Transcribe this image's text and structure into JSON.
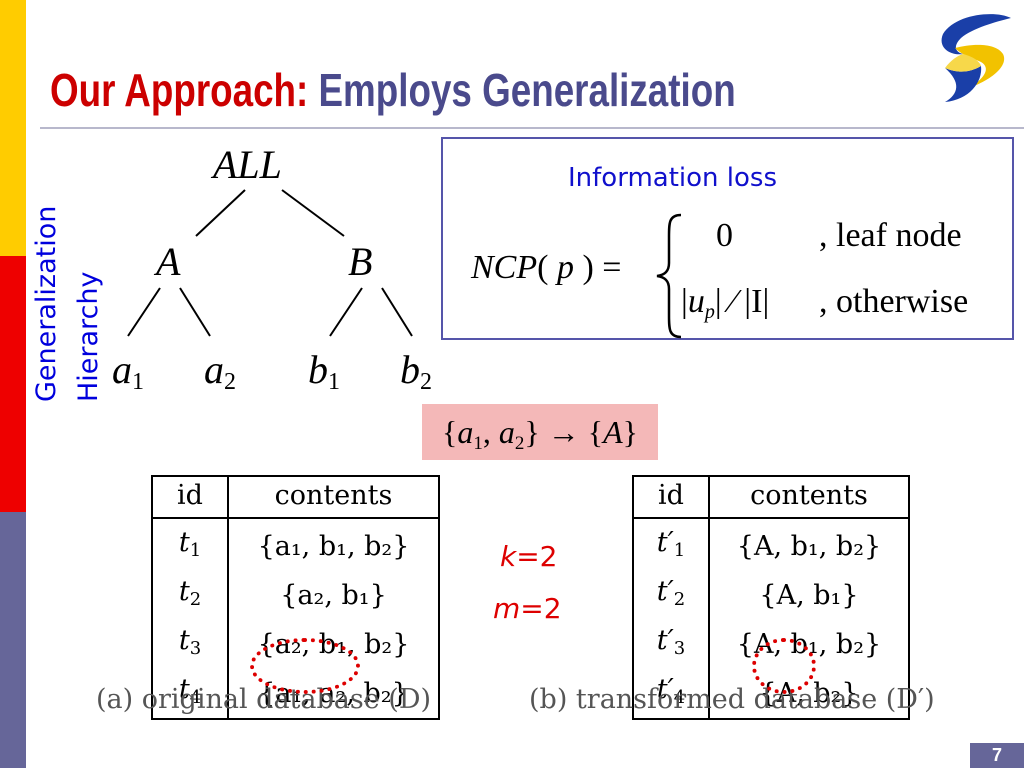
{
  "slide": {
    "title_emphasis": "Our Approach:",
    "title_rest": "Employs Generalization",
    "page_number": "7",
    "colors": {
      "title_red": "#cc0000",
      "title_blue": "#4a4a8c",
      "accent_blue": "#1010cc",
      "highlight_red": "#dd0000",
      "mapping_bg": "#f4b8b8"
    }
  },
  "hierarchy": {
    "label_line1": "Generalization",
    "label_line2": "Hierarchy",
    "root": "ALL",
    "level1": [
      {
        "name": "A",
        "children": [
          {
            "base": "a",
            "sub": "1"
          },
          {
            "base": "a",
            "sub": "2"
          }
        ]
      },
      {
        "name": "B",
        "children": [
          {
            "base": "b",
            "sub": "1"
          },
          {
            "base": "b",
            "sub": "2"
          }
        ]
      }
    ]
  },
  "info_loss": {
    "title": "Information loss",
    "lhs": "NCP",
    "lhs_arg": "p",
    "case1_value": "0",
    "case1_cond": ", leaf node",
    "case2_u": "u",
    "case2_u_sub": "p",
    "case2_denom": "I",
    "case2_cond": ", otherwise"
  },
  "mapping": {
    "from_1": "a",
    "from_1_sub": "1",
    "from_2": "a",
    "from_2_sub": "2",
    "to": "A"
  },
  "params": {
    "k_label": "k",
    "k_value": "=2",
    "m_label": "m",
    "m_value": "=2"
  },
  "table_original": {
    "headers": [
      "id",
      "contents"
    ],
    "rows": [
      {
        "id_base": "t",
        "id_sub": "1",
        "contents": "{a₁, b₁, b₂}"
      },
      {
        "id_base": "t",
        "id_sub": "2",
        "contents": "{a₂, b₁}"
      },
      {
        "id_base": "t",
        "id_sub": "3",
        "contents": "{a₂, b₁, b₂}"
      },
      {
        "id_base": "t",
        "id_sub": "4",
        "contents": "{a₁, a₂, b₂}"
      }
    ],
    "caption": "(a) original database (D)"
  },
  "table_transformed": {
    "headers": [
      "id",
      "contents"
    ],
    "rows": [
      {
        "id_base": "t′",
        "id_sub": "1",
        "contents": "{A, b₁, b₂}"
      },
      {
        "id_base": "t′",
        "id_sub": "2",
        "contents": "{A, b₁}"
      },
      {
        "id_base": "t′",
        "id_sub": "3",
        "contents": "{A, b₁, b₂}"
      },
      {
        "id_base": "t′",
        "id_sub": "4",
        "contents": "{A, b₂}"
      }
    ],
    "caption": "(b) transformed database (D′)"
  }
}
